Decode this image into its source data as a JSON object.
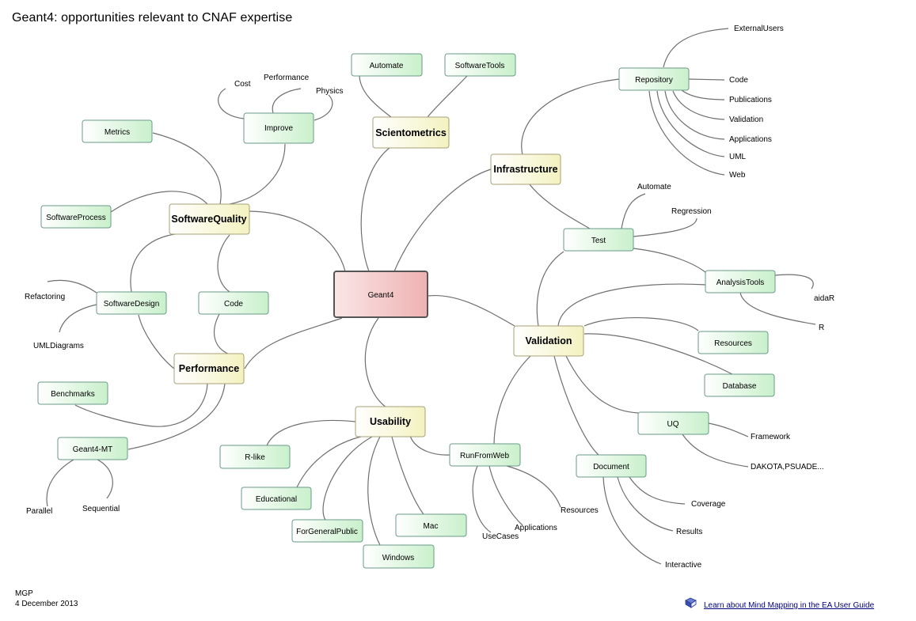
{
  "title": "Geant4: opportunities relevant to CNAF expertise",
  "root": {
    "label": "Geant4"
  },
  "main_topics": {
    "software_quality": "SoftwareQuality",
    "scientometrics": "Scientometrics",
    "infrastructure": "Infrastructure",
    "validation": "Validation",
    "usability": "Usability",
    "performance": "Performance"
  },
  "sub_topics": {
    "automate_top": "Automate",
    "software_tools": "SoftwareTools",
    "repository": "Repository",
    "test": "Test",
    "analysis_tools": "AnalysisTools",
    "resources_box": "Resources",
    "database": "Database",
    "uq": "UQ",
    "document": "Document",
    "run_from_web": "RunFromWeb",
    "r_like": "R-like",
    "educational": "Educational",
    "for_general_public": "ForGeneralPublic",
    "mac": "Mac",
    "windows": "Windows",
    "metrics": "Metrics",
    "improve": "Improve",
    "software_process": "SoftwareProcess",
    "software_design": "SoftwareDesign",
    "code_box": "Code",
    "benchmarks": "Benchmarks",
    "geant4_mt": "Geant4-MT"
  },
  "leaves": {
    "external_users": "ExternalUsers",
    "code_leaf": "Code",
    "publications": "Publications",
    "validation_leaf": "Validation",
    "applications_repo": "Applications",
    "uml": "UML",
    "web": "Web",
    "automate_test": "Automate",
    "regression": "Regression",
    "aidar": "aidaR",
    "r": "R",
    "framework": "Framework",
    "dakota": "DAKOTA,PSUADE...",
    "coverage": "Coverage",
    "results": "Results",
    "interactive": "Interactive",
    "resources_leaf": "Resources",
    "applications_web": "Applications",
    "use_cases": "UseCases",
    "cost": "Cost",
    "performance_leaf": "Performance",
    "physics": "Physics",
    "refactoring": "Refactoring",
    "uml_diagrams": "UMLDiagrams",
    "parallel": "Parallel",
    "sequential": "Sequential"
  },
  "footer": {
    "author": "MGP",
    "date": "4 December 2013",
    "guide_link": "Learn about Mind Mapping in the EA User Guide",
    "guide_icon": "book-icon"
  },
  "colors": {
    "root_fill": "#f2c4c4",
    "main_fill": "#fbfbd8",
    "sub_fill": "#dcf5dc",
    "edge": "#6f6f6f",
    "link": "#000080"
  }
}
